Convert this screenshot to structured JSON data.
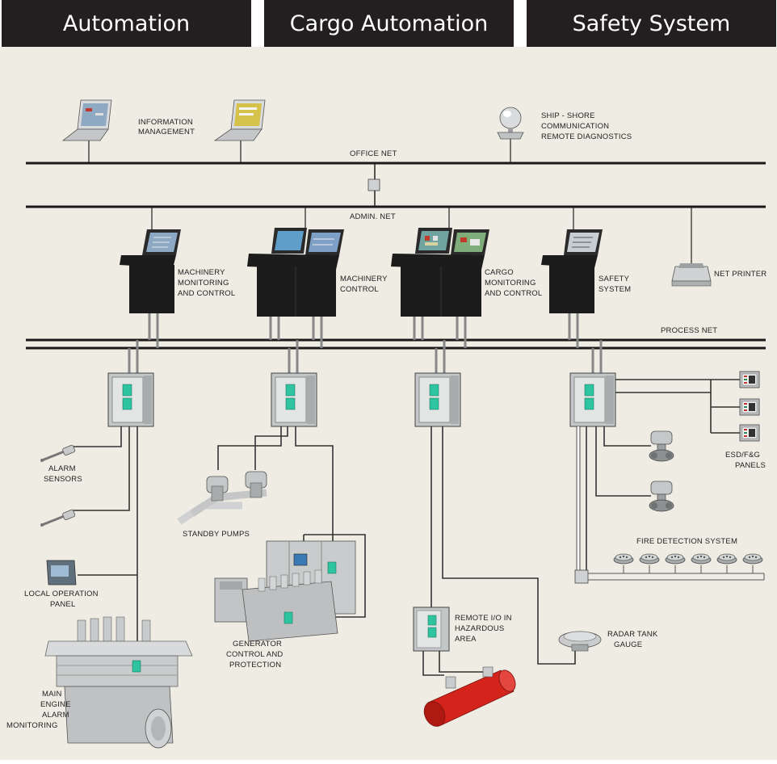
{
  "headers": [
    "Automation",
    "Cargo Automation",
    "Safety System"
  ],
  "labels": {
    "information_management": [
      "INFORMATION",
      "MANAGEMENT"
    ],
    "ship_shore": [
      "SHIP - SHORE",
      "COMMUNICATION",
      "REMOTE DIAGNOSTICS"
    ],
    "office_net": "OFFICE NET",
    "admin_net": "ADMIN. NET",
    "process_net": "PROCESS NET",
    "machinery_monitoring": [
      "MACHINERY",
      "MONITORING",
      "AND CONTROL"
    ],
    "machinery_control": [
      "MACHINERY",
      "CONTROL"
    ],
    "cargo_monitoring": [
      "CARGO",
      "MONITORING",
      "AND CONTROL"
    ],
    "safety_system": [
      "SAFETY",
      "SYSTEM"
    ],
    "net_printer": "NET PRINTER",
    "alarm_sensors": [
      "ALARM",
      "SENSORS"
    ],
    "standby_pumps": "STANDBY PUMPS",
    "local_operation_panel": [
      "LOCAL OPERATION",
      "PANEL"
    ],
    "generator_control": [
      "GENERATOR",
      "CONTROL AND",
      "PROTECTION"
    ],
    "main_engine": [
      "MAIN",
      "ENGINE",
      "ALARM",
      "MONITORING"
    ],
    "remote_io": [
      "REMOTE I/O IN",
      "HAZARDOUS",
      "AREA"
    ],
    "radar_tank_gauge": [
      "RADAR TANK",
      "GAUGE"
    ],
    "esd_panels": [
      "ESD/F&G",
      "PANELS"
    ],
    "fire_detection": "FIRE DETECTION SYSTEM"
  },
  "colors": {
    "header_bg": "#231f20",
    "background": "#eeece3",
    "console": "#1c1c1c",
    "cabinet": "#c9cccd",
    "module": "#2ec4a0",
    "pipe_red": "#d4231b"
  }
}
